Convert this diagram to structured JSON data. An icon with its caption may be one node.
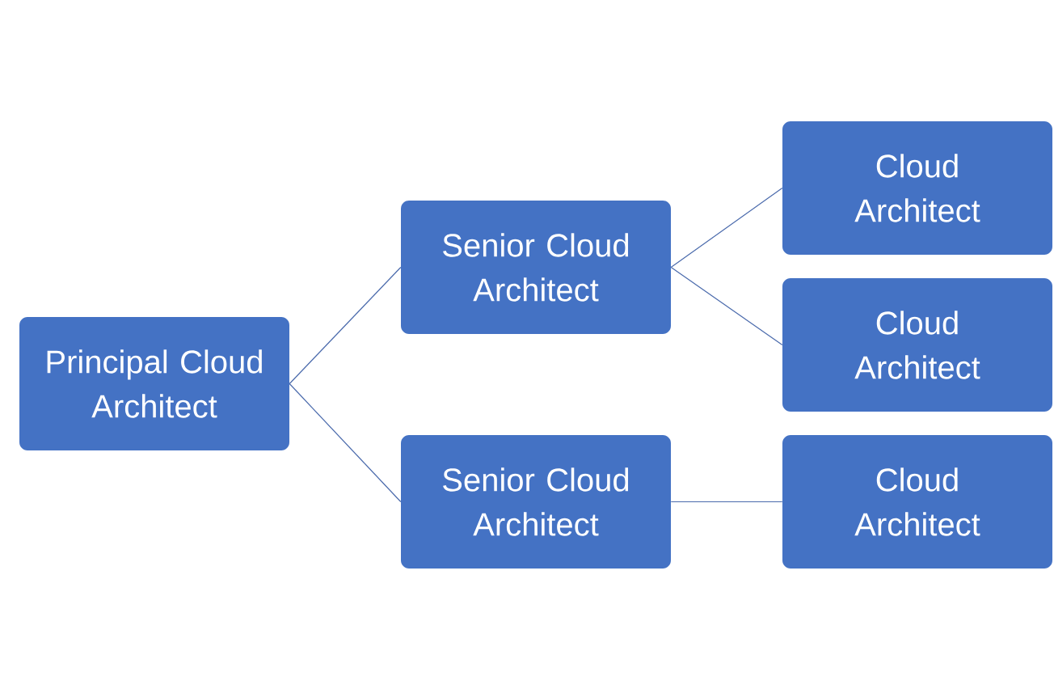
{
  "diagram": {
    "nodes": [
      {
        "text": [
          "Principal Cloud Architect"
        ]
      },
      {
        "text": [
          "Senior Cloud Architect"
        ]
      },
      {
        "text": [
          "Senior Cloud Architect"
        ]
      },
      {
        "text": [
          "Cloud Architect"
        ]
      },
      {
        "text": [
          "Cloud Architect"
        ]
      },
      {
        "text": [
          "Cloud Architect"
        ]
      }
    ],
    "edges": [
      {
        "from": 0,
        "to": 1,
        "arrow": "none"
      },
      {
        "from": 0,
        "to": 2,
        "arrow": "none"
      },
      {
        "from": 1,
        "to": 3,
        "arrow": "none"
      },
      {
        "from": 1,
        "to": 4,
        "arrow": "none"
      },
      {
        "from": 2,
        "to": 5,
        "arrow": "none"
      }
    ]
  }
}
